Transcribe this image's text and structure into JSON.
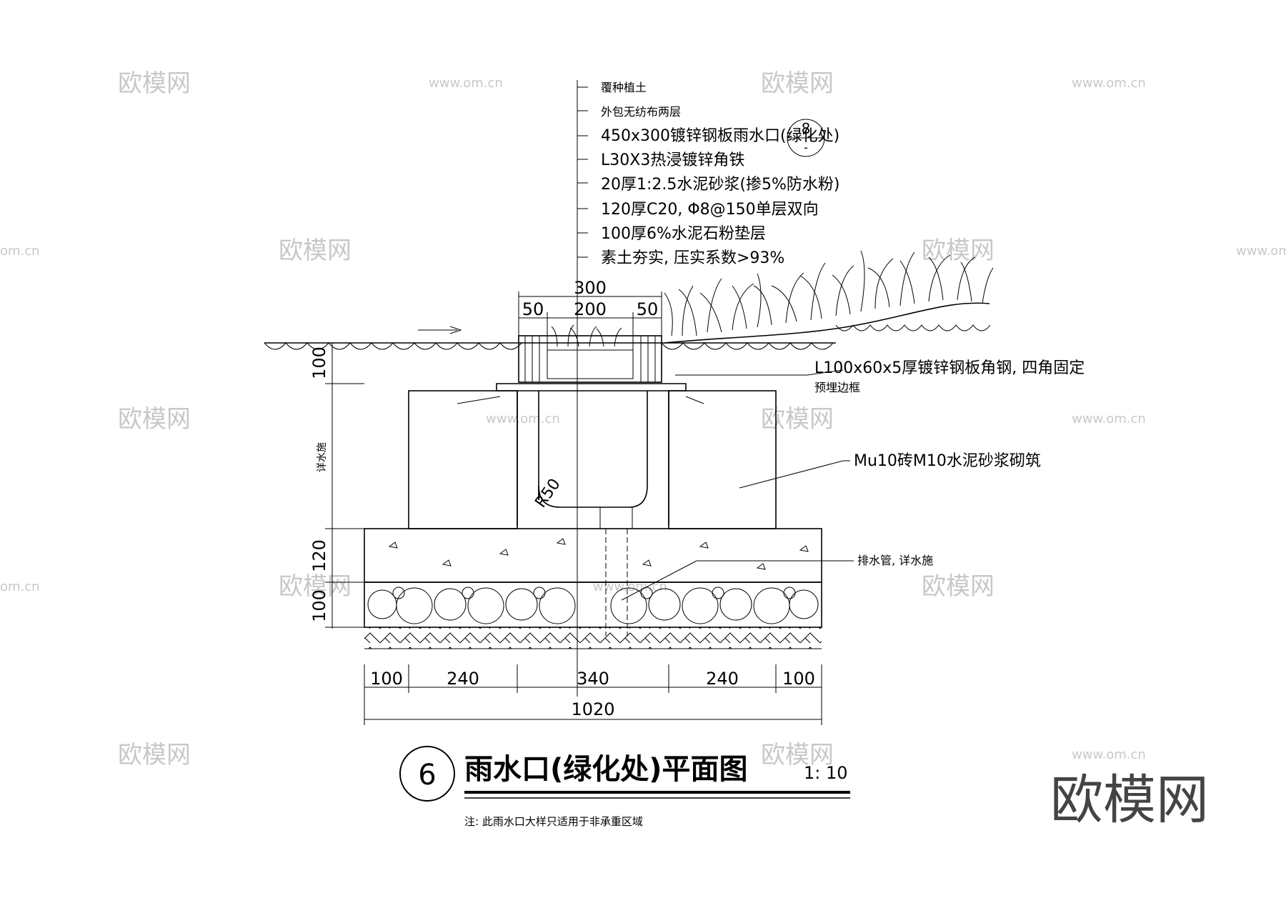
{
  "annotations": [
    "覆种植土",
    "外包无纺布两层",
    "450x300镀锌钢板雨水口(绿化处)",
    "L30X3热浸镀锌角铁",
    "20厚1:2.5水泥砂浆(掺5%防水粉)",
    "120厚C20, Φ8@150单层双向",
    "100厚6%水泥石粉垫层",
    "素土夯实, 压实系数>93%"
  ],
  "detail_ref": {
    "top": "8",
    "bottom": "-"
  },
  "dims_top": {
    "total": "300",
    "left": "50",
    "mid": "200",
    "right": "50"
  },
  "dims_left": {
    "a": "100",
    "b": "详水施",
    "c": "120",
    "d": "100"
  },
  "dims_bottom": [
    "100",
    "240",
    "340",
    "240",
    "100"
  ],
  "dim_total": "1020",
  "radius_label": "R50",
  "callouts": {
    "angle": "L100x60x5厚镀锌钢板角钢, 四角固定",
    "angle2": "预埋边框",
    "wall": "Mu10砖M10水泥砂浆砌筑",
    "pipe": "排水管, 详水施"
  },
  "title": {
    "number": "6",
    "text": "雨水口(绿化处)平面图",
    "scale": "1: 10"
  },
  "note": "注: 此雨水口大样只适用于非承重区域",
  "watermarks": {
    "brand": "欧模网",
    "url": "www.om.cn",
    "url2": "om.cn"
  }
}
